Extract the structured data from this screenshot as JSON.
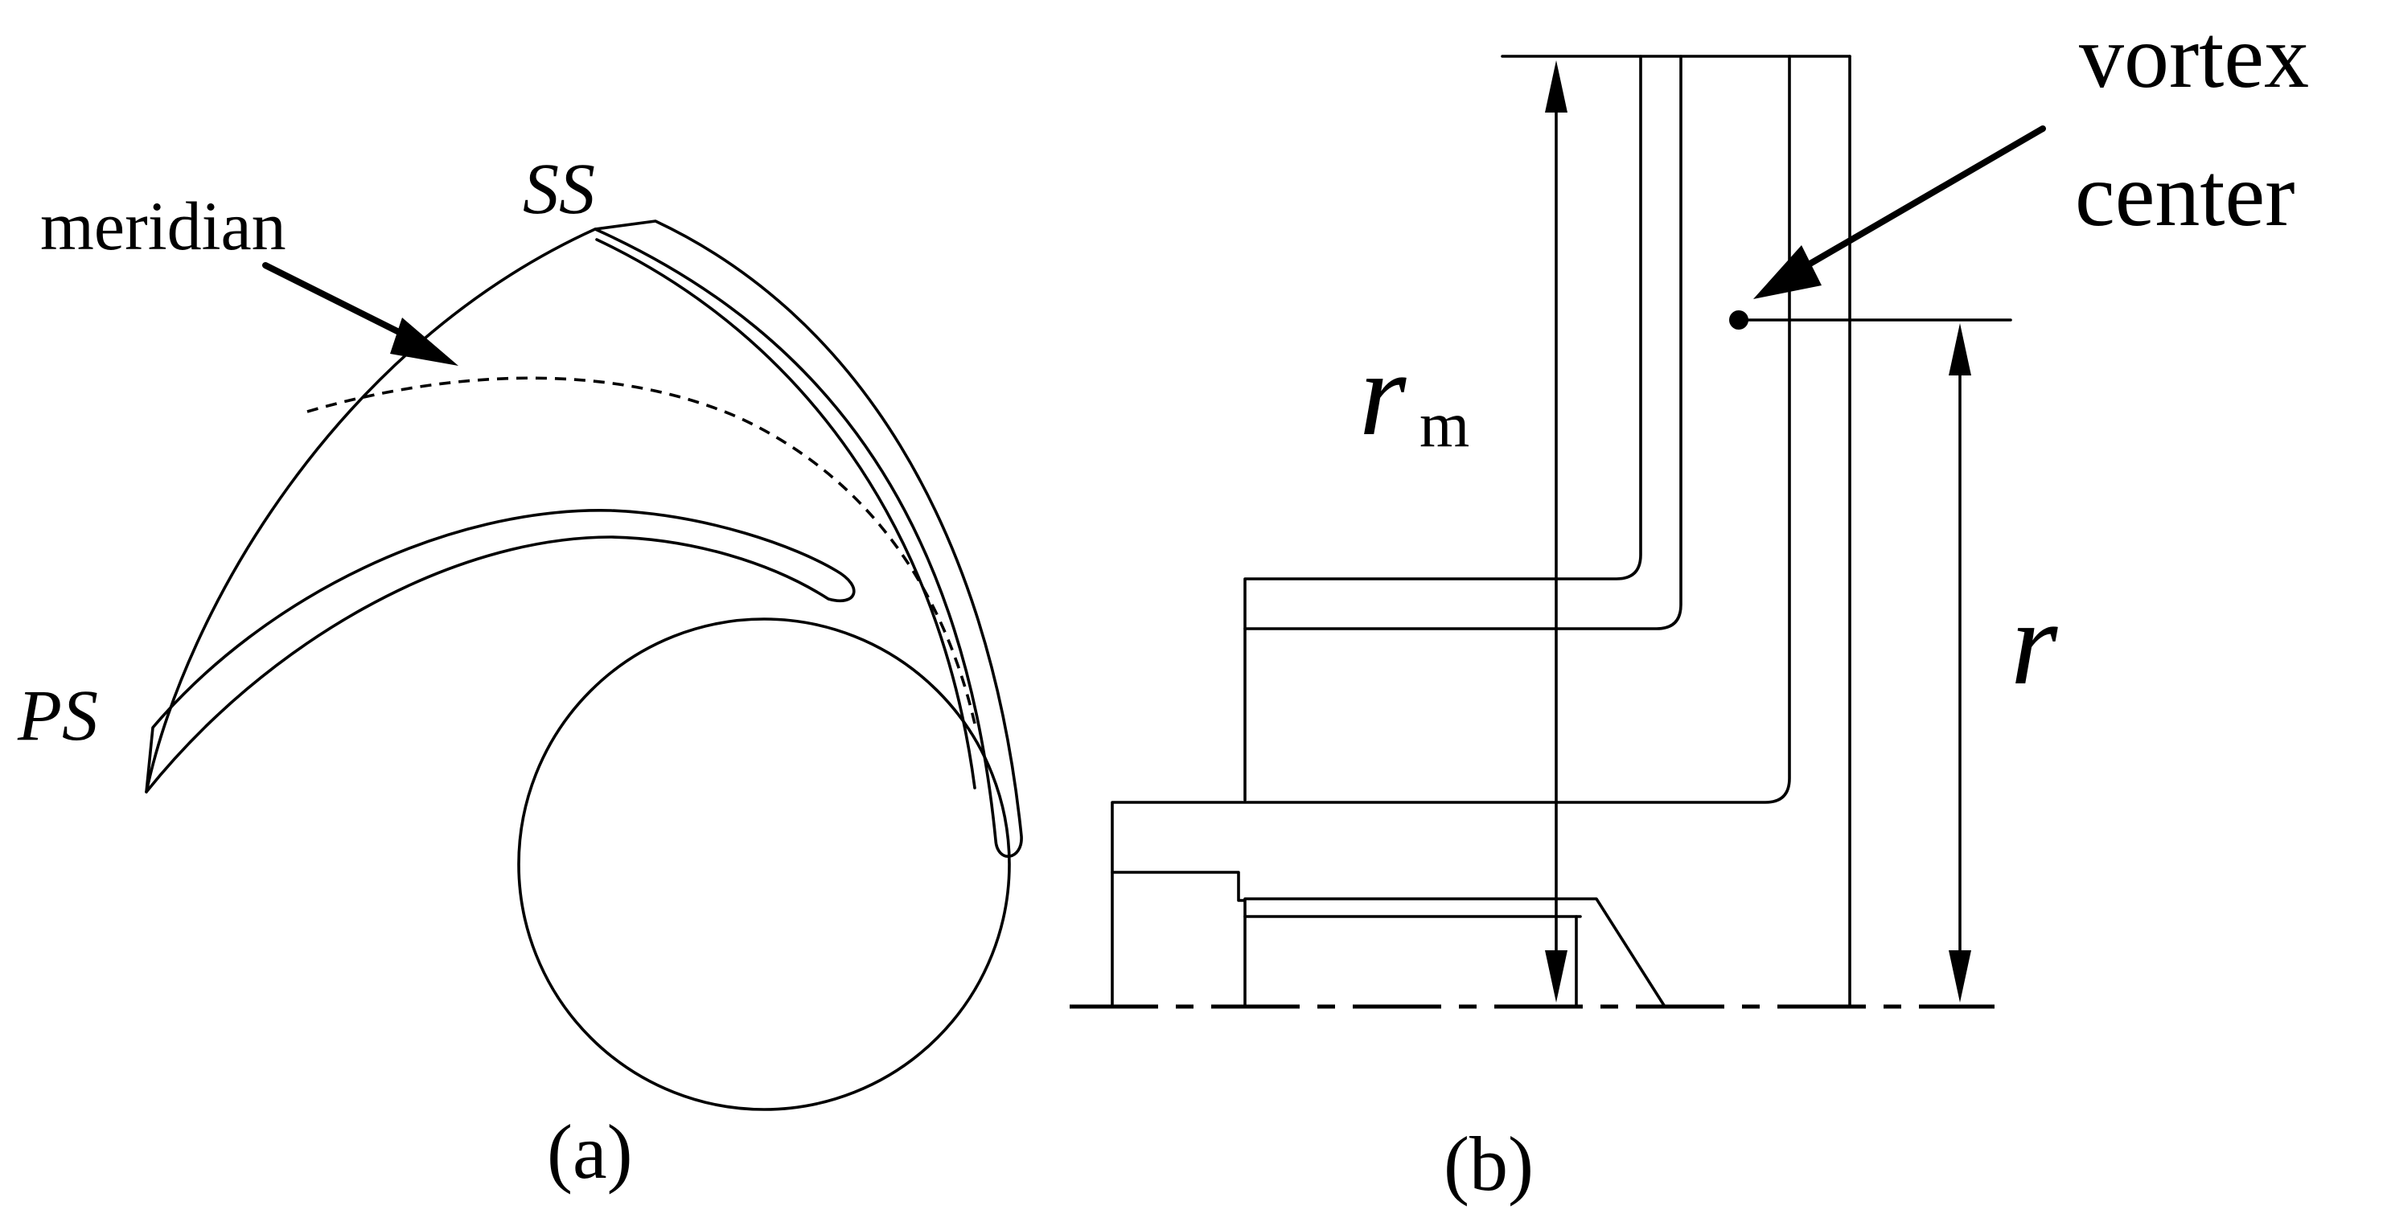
{
  "panel_a": {
    "meridian_label": "meridian",
    "ss_label": "SS",
    "ps_label": "PS",
    "caption": "(a)"
  },
  "panel_b": {
    "vortex_label_line1": "vortex",
    "vortex_label_line2": "center",
    "rm_symbol": "r",
    "rm_subscript": "m",
    "r_symbol": "r",
    "caption": "(b)"
  }
}
